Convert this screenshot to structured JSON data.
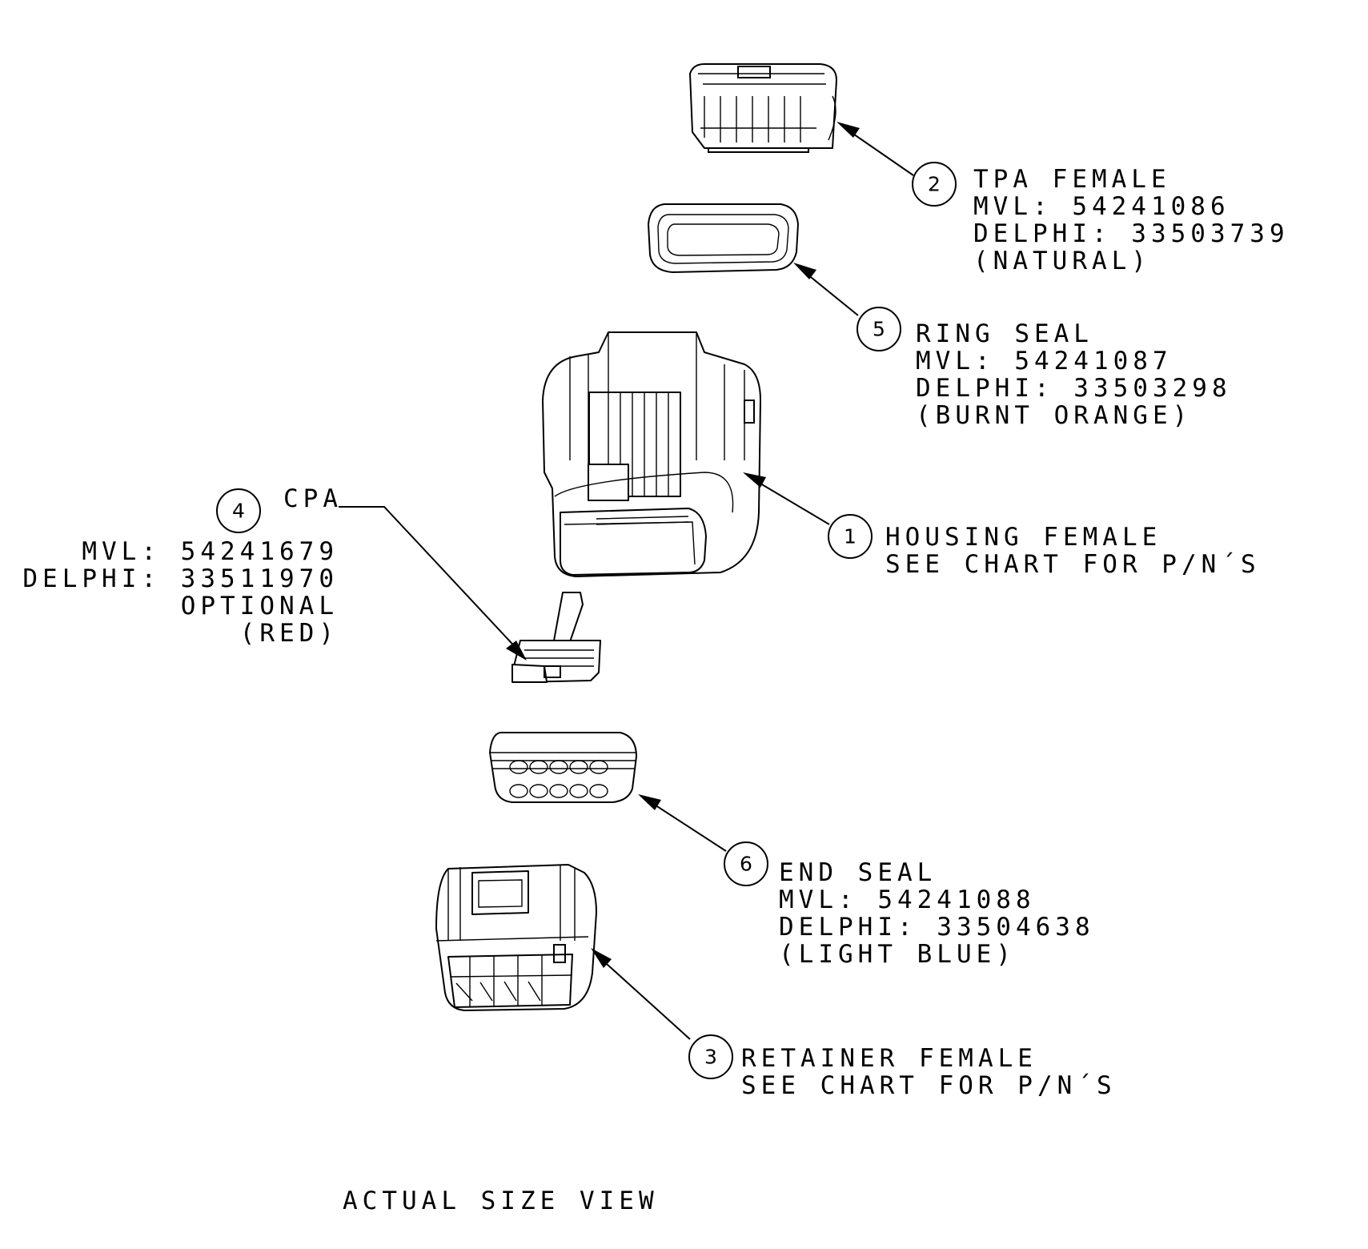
{
  "drawing": {
    "view_label": "ACTUAL SIZE VIEW",
    "callouts": [
      {
        "id": "tpa",
        "balloon": "2",
        "lines": [
          "TPA FEMALE",
          "MVL: 54241086",
          "DELPHI:  33503739",
          "(NATURAL)"
        ]
      },
      {
        "id": "ring-seal",
        "balloon": "5",
        "lines": [
          "RING SEAL",
          "MVL: 54241087",
          "DELPHI: 33503298",
          "(BURNT ORANGE)"
        ]
      },
      {
        "id": "housing",
        "balloon": "1",
        "lines": [
          "HOUSING FEMALE",
          "SEE CHART FOR P/N´S"
        ]
      },
      {
        "id": "cpa",
        "balloon": "4",
        "lines": [
          "CPA",
          "MVL: 54241679",
          "DELPHI: 33511970",
          "OPTIONAL",
          "(RED)"
        ]
      },
      {
        "id": "end-seal",
        "balloon": "6",
        "lines": [
          "END SEAL",
          "MVL: 54241088",
          "DELPHI: 33504638",
          "(LIGHT BLUE)"
        ]
      },
      {
        "id": "retainer",
        "balloon": "3",
        "lines": [
          "RETAINER FEMALE",
          "SEE CHART FOR P/N´S"
        ]
      }
    ]
  }
}
